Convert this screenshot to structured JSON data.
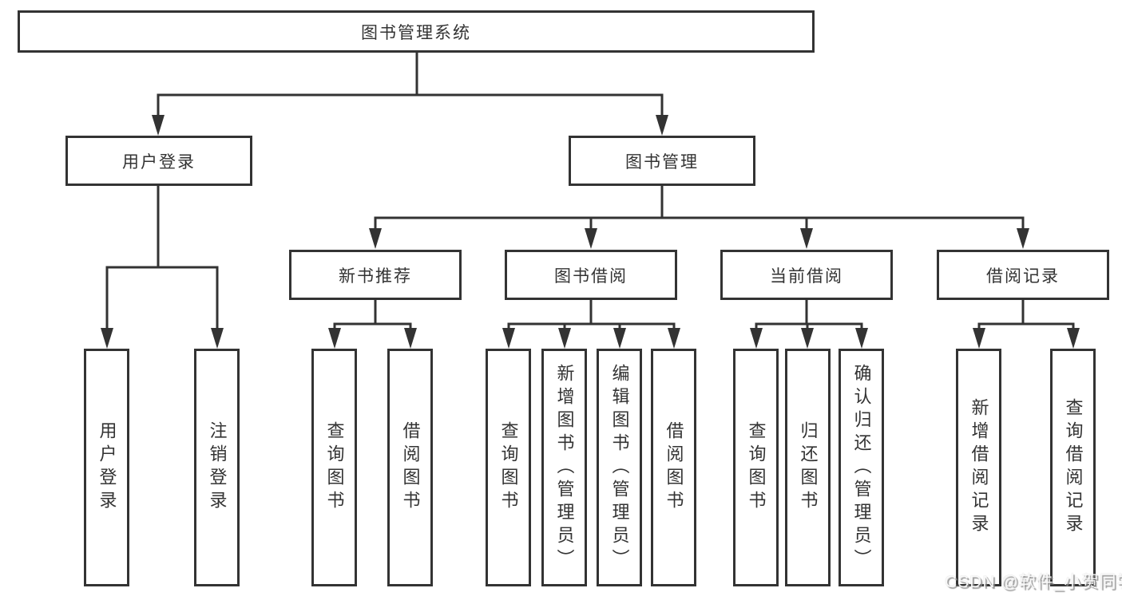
{
  "tree": {
    "root": {
      "label": "图书管理系统"
    },
    "level2": [
      {
        "label": "用户登录",
        "children": [
          {
            "label": "用户登录"
          },
          {
            "label": "注销登录"
          }
        ]
      },
      {
        "label": "图书管理"
      }
    ],
    "level3": [
      {
        "label": "新书推荐",
        "children": [
          {
            "label": "查询图书"
          },
          {
            "label": "借阅图书"
          }
        ]
      },
      {
        "label": "图书借阅",
        "children": [
          {
            "label": "查询图书"
          },
          {
            "label": "新增图书（管理员）"
          },
          {
            "label": "编辑图书（管理员）"
          },
          {
            "label": "借阅图书"
          }
        ]
      },
      {
        "label": "当前借阅",
        "children": [
          {
            "label": "查询图书"
          },
          {
            "label": "归还图书"
          },
          {
            "label": "确认归还（管理员）"
          }
        ]
      },
      {
        "label": "借阅记录",
        "children": [
          {
            "label": "新增借阅记录"
          },
          {
            "label": "查询借阅记录"
          }
        ]
      }
    ]
  },
  "watermark": "CSDN @软件_小贺同学",
  "colors": {
    "line": "#333333",
    "text": "#333333",
    "box_background": "#ffffff",
    "watermark": "#bdbdbd"
  }
}
